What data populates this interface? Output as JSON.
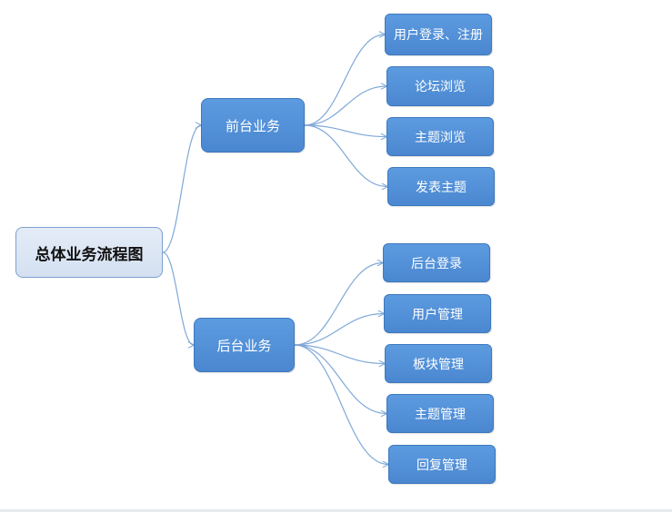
{
  "colors": {
    "node_fill": "#5b98dc",
    "node_border": "#3d78bd",
    "root_fill": "#dbe5f3",
    "root_border": "#7da1cf",
    "connector": "#7fa8d8"
  },
  "root": {
    "label": "总体业务流程图"
  },
  "branches": [
    {
      "label": "前台业务",
      "children": [
        {
          "label": "用户登录、注册"
        },
        {
          "label": "论坛浏览"
        },
        {
          "label": "主题浏览"
        },
        {
          "label": "发表主题"
        }
      ]
    },
    {
      "label": "后台业务",
      "children": [
        {
          "label": "后台登录"
        },
        {
          "label": "用户管理"
        },
        {
          "label": "板块管理"
        },
        {
          "label": "主题管理"
        },
        {
          "label": "回复管理"
        }
      ]
    }
  ]
}
